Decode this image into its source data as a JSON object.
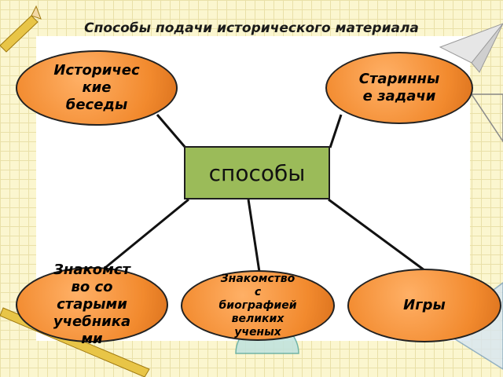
{
  "title": "Способы подачи исторического материала",
  "center": {
    "label": "способы",
    "color": "#9bbb59"
  },
  "nodes": [
    {
      "id": "n1",
      "label": "Историчес кие беседы"
    },
    {
      "id": "n2",
      "label": "Старинны е задачи"
    },
    {
      "id": "n3",
      "label": "Знакомст во со старыми учебника ми"
    },
    {
      "id": "n4",
      "label": "Знакомство с биографией великих ученых"
    },
    {
      "id": "n5",
      "label": "Игры"
    }
  ],
  "node_color": "#f28a2e",
  "background_color": "#fbf6cf"
}
